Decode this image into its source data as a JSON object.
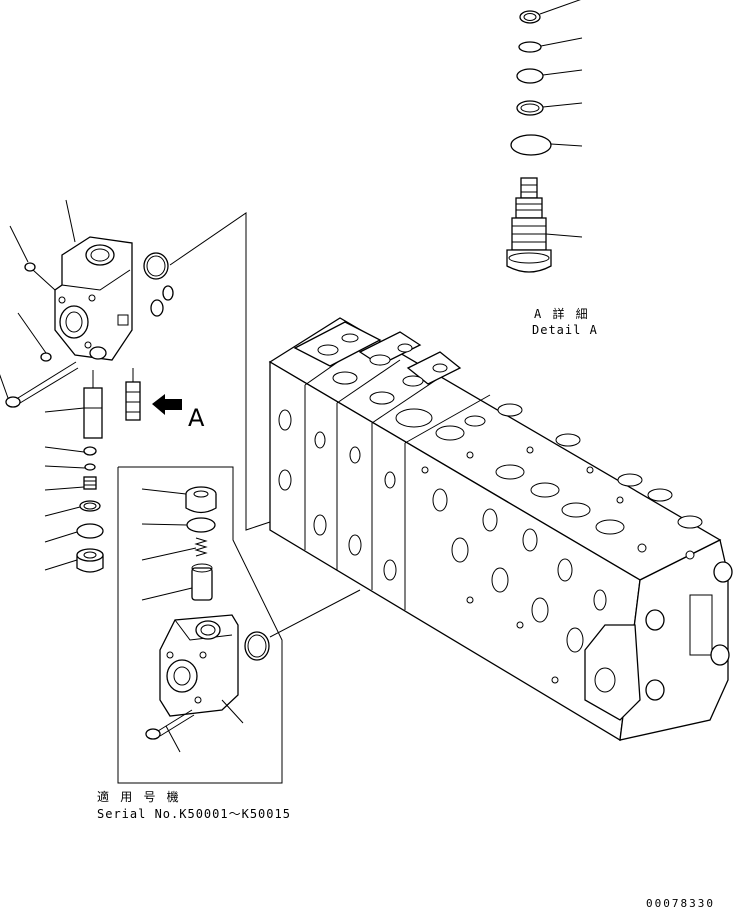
{
  "detail_label": {
    "jp": "A 詳 細",
    "en": "Detail A"
  },
  "view_arrow_label": "A",
  "serial_box": {
    "jp": "適 用 号 機",
    "en": "Serial No.K50001～K50015"
  },
  "drawing_number": "00078330"
}
